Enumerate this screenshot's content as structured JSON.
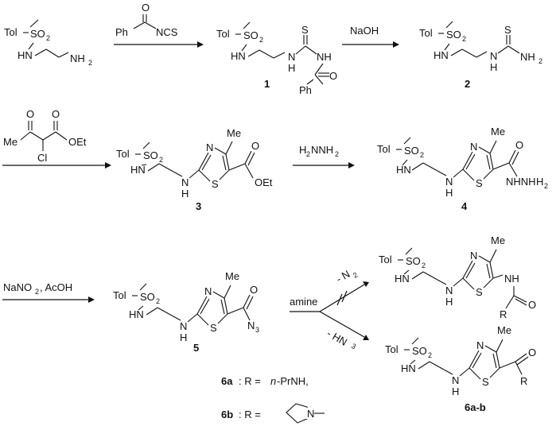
{
  "colors": {
    "ink": "#111111",
    "background": "#ffffff"
  },
  "reagents": {
    "isothiocyanate": {
      "ph": "Ph",
      "ncs": "NCS"
    },
    "naoh": "NaOH",
    "chloro_ester": {
      "me": "Me",
      "cl": "Cl",
      "oet": "OEt"
    },
    "hydrazine": {
      "h2n": "H",
      "two_a": "2",
      "nnh": "NNH",
      "two_b": "2"
    },
    "nitrite": {
      "nano": "NaNO",
      "two": "2",
      "acoh": ", AcOH"
    },
    "amine": "amine",
    "loss_n2": {
      "minus": "- N",
      "two": "2"
    },
    "loss_hn3": {
      "minus": "- HN",
      "three": "3"
    }
  },
  "fragments": {
    "tol": "Tol",
    "so": "SO",
    "two": "2",
    "hn": "HN",
    "n": "N",
    "h": "H",
    "s": "S",
    "o": "O",
    "nh": "NH",
    "nh2": "NH",
    "ph": "Ph",
    "me": "Me",
    "oet": "OEt",
    "nhnh": "NHNH",
    "n3": "N",
    "three": "3",
    "r": "R"
  },
  "compounds": {
    "c1": "1",
    "c2": "2",
    "c3": "3",
    "c4": "4",
    "c5": "5",
    "c6": "6a-b"
  },
  "legend": {
    "a_label": "6a",
    "a_text": ": R = ",
    "a_n": "n",
    "a_rest": "-PrNH,",
    "b_label": "6b",
    "b_text": ": R ="
  }
}
